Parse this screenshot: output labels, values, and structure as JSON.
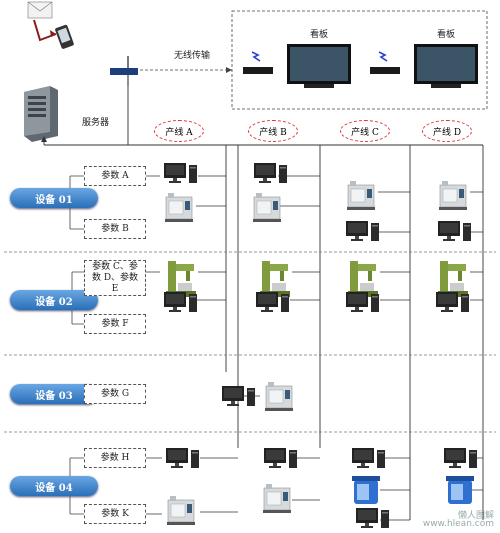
{
  "top": {
    "wireless_label": "无线传输",
    "board_label_1": "看板",
    "board_label_2": "看板",
    "server_label": "服务器"
  },
  "lines": [
    "产线 A",
    "产线 B",
    "产线 C",
    "产线 D"
  ],
  "devices": [
    {
      "label": "设备 01",
      "params": [
        "参数 A",
        "参数 B"
      ]
    },
    {
      "label": "设备 02",
      "params": [
        "参数 C、参数 D、参数 E",
        "参数 F"
      ]
    },
    {
      "label": "设备 03",
      "params": [
        "参数 G"
      ]
    },
    {
      "label": "设备 04",
      "params": [
        "参数 H",
        "参数 K"
      ]
    }
  ],
  "watermark": {
    "line1": "懒人图解",
    "line2": "www.hlean.com"
  },
  "colors": {
    "device_fill": "#3b82c9",
    "line_ellipse_border": "#d33",
    "dash": "#555"
  }
}
